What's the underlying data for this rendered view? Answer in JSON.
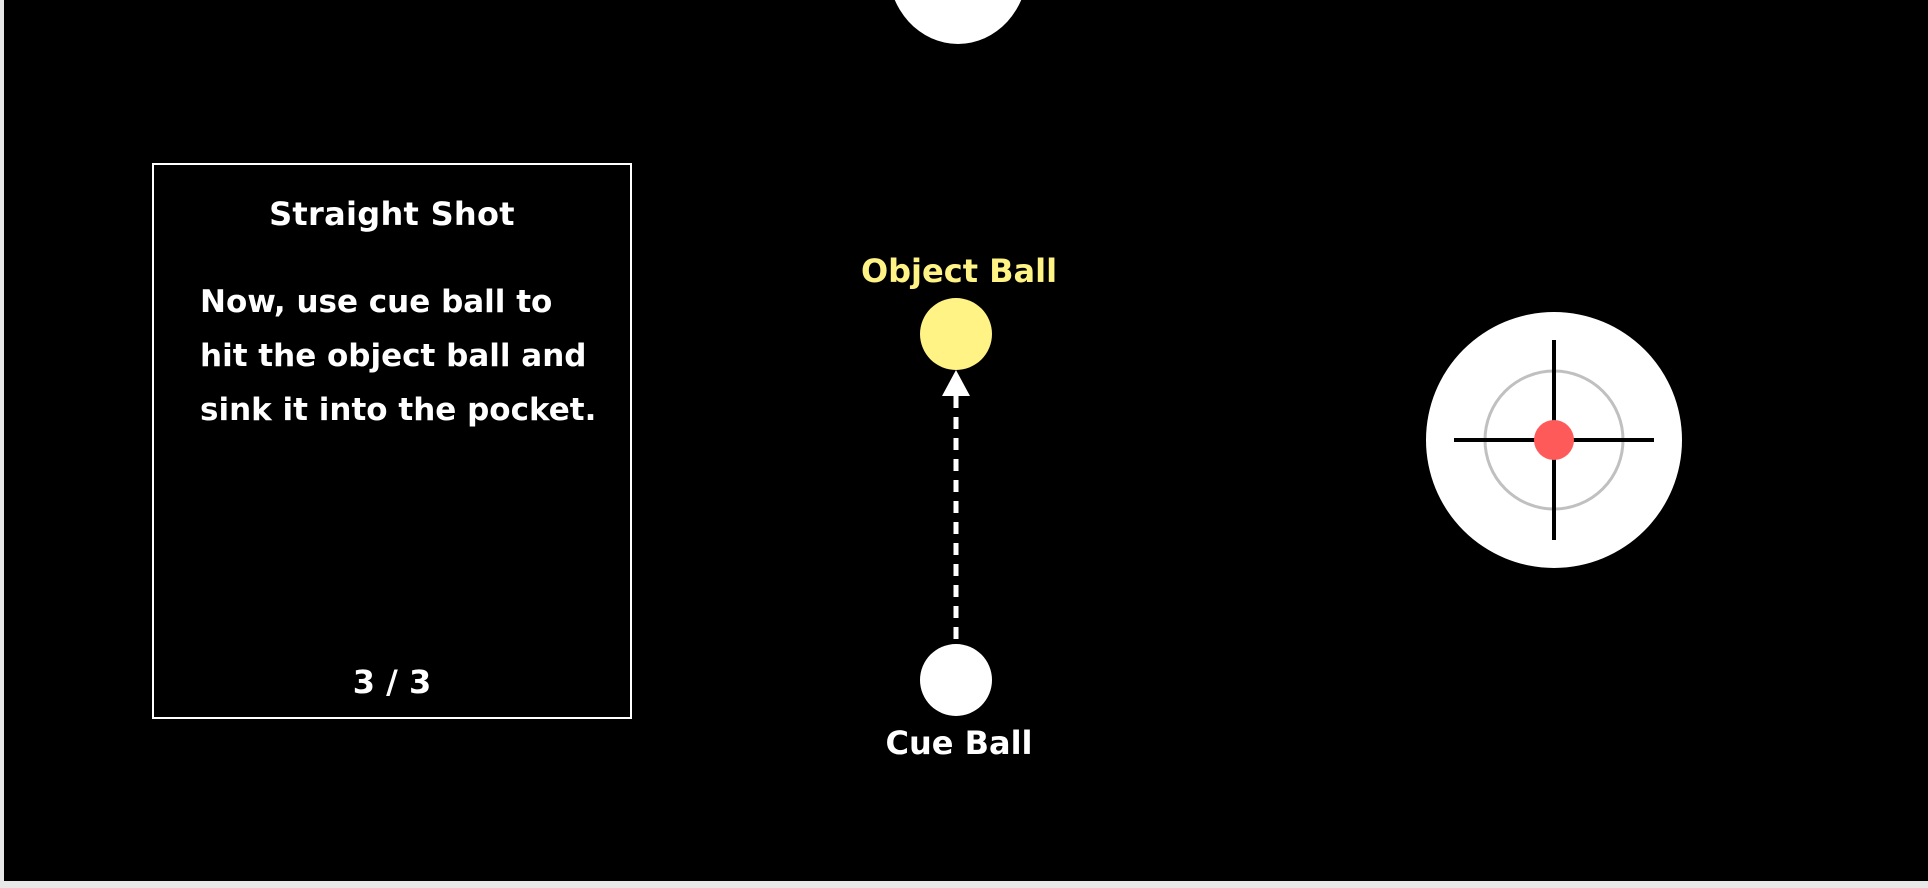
{
  "colors": {
    "background": "#000000",
    "panel_border": "#ffffff",
    "text": "#ffffff",
    "object_ball": "#fff385",
    "object_label": "#fff385",
    "cue_ball": "#ffffff",
    "spin_marker": "#ff5a5a",
    "spin_ring": "#c0c0c0"
  },
  "panel": {
    "title": "Straight Shot",
    "body": "Now, use cue ball to hit the object ball and sink it into the pocket.",
    "counter": "3 / 3"
  },
  "table": {
    "object_ball_label": "Object Ball",
    "cue_ball_label": "Cue Ball",
    "pocket_icon": "pocket-icon",
    "aim_line_icon": "dashed-arrow-icon"
  },
  "spin_selector": {
    "icon": "crosshair-icon",
    "marker": "center"
  }
}
